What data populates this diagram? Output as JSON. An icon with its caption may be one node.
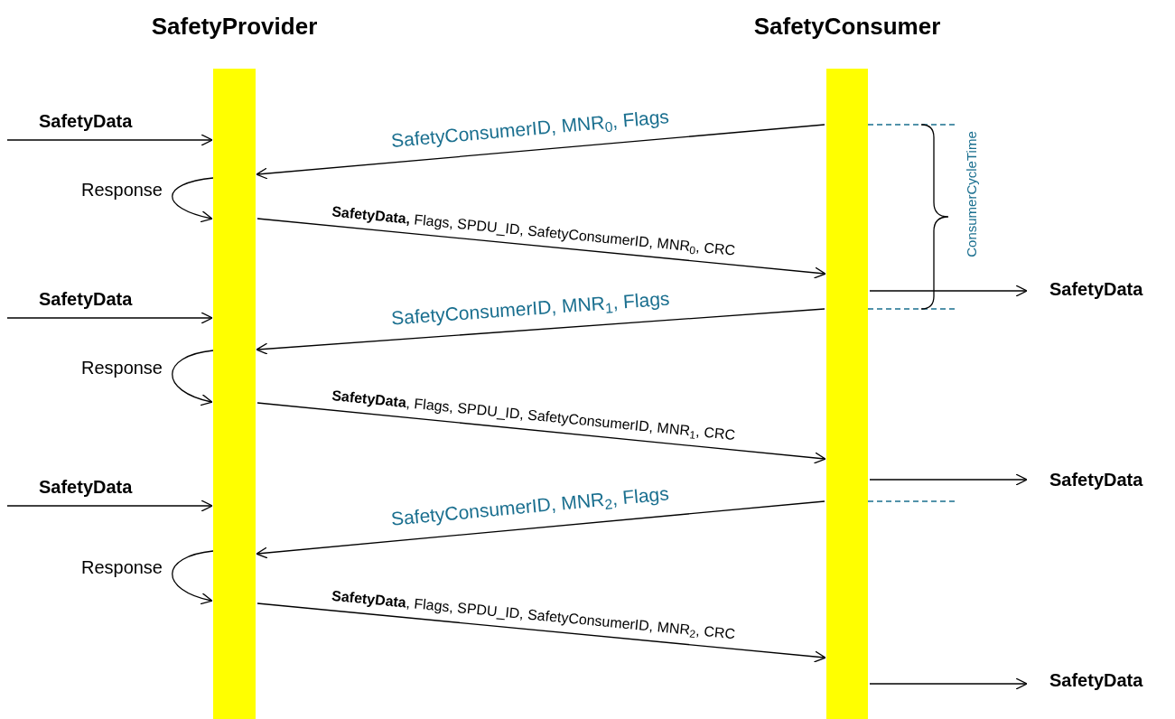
{
  "diagram": {
    "nodes": [
      {
        "text": [
          "SafetyProvider"
        ]
      },
      {
        "text": [
          "SafetyConsumer"
        ]
      },
      {
        "text": [
          "SafetyData"
        ]
      },
      {
        "text": [
          "SafetyData"
        ]
      },
      {
        "text": [
          "SafetyData"
        ]
      }
    ],
    "edges": [
      {
        "from": null,
        "to": 0,
        "arrow": "to",
        "label": "SafetyData"
      },
      {
        "from": 1,
        "to": 0,
        "arrow": "to",
        "label": "SafetyConsumerID,  MNR$_{0}$, Flags"
      },
      {
        "from": 0,
        "to": 0,
        "arrow": "to",
        "label": "Response"
      },
      {
        "from": 0,
        "to": 1,
        "arrow": "to",
        "label": "**SafetyData,** Flags, SPDU_ID,   SafetyConsumerID, MNR$_{0}$,  CRC"
      },
      {
        "from": 1,
        "to": 2,
        "arrow": "to"
      },
      {
        "from": null,
        "to": 0,
        "arrow": "to",
        "label": "SafetyData"
      },
      {
        "from": 1,
        "to": 0,
        "arrow": "to",
        "label": "SafetyConsumerID,  MNR$_{1}$, Flags"
      },
      {
        "from": 0,
        "to": 0,
        "arrow": "to",
        "label": "Response"
      },
      {
        "from": 0,
        "to": 1,
        "arrow": "to",
        "label": "**SafetyData**, Flags, SPDU_ID,   SafetyConsumerID, MNR$_{1}$,  CRC"
      },
      {
        "from": 1,
        "to": 3,
        "arrow": "to"
      },
      {
        "from": null,
        "to": 0,
        "arrow": "to",
        "label": "SafetyData"
      },
      {
        "from": 1,
        "to": 0,
        "arrow": "to",
        "label": "SafetyConsumerID,  MNR$_{2}$, Flags"
      },
      {
        "from": 0,
        "to": 0,
        "arrow": "to",
        "label": "Response"
      },
      {
        "from": 0,
        "to": 1,
        "arrow": "to",
        "label": "**SafetyData**, Flags, SPDU_ID,   SafetyConsumerID, MNR$_{2}$,  CRC"
      },
      {
        "from": 1,
        "to": 4,
        "arrow": "to"
      }
    ],
    "labels": [
      "ConsumerCycleTime"
    ]
  }
}
